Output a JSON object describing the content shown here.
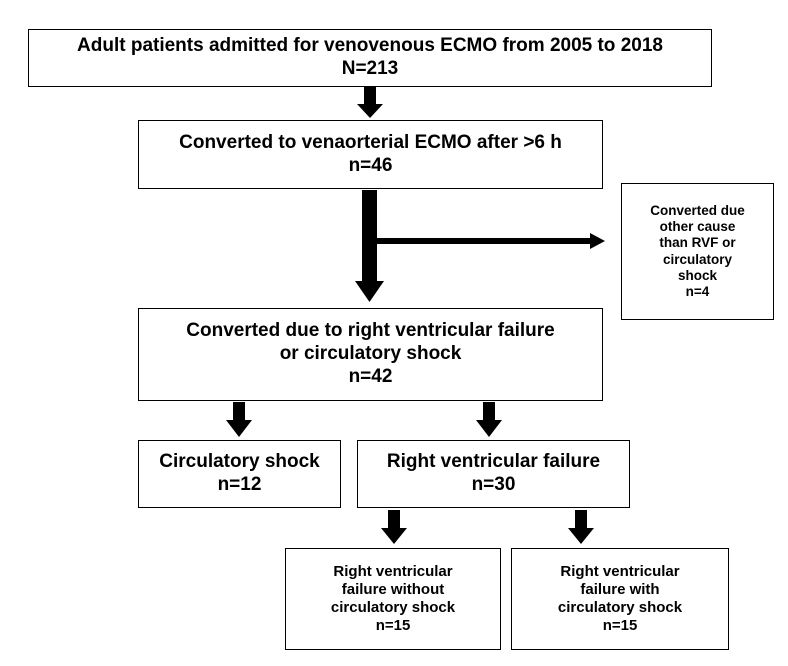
{
  "boxes": {
    "top": {
      "line1": "Adult patients admitted for venovenous ECMO from 2005 to 2018",
      "line2": "N=213"
    },
    "converted": {
      "line1": "Converted to venaorterial ECMO after >6 h",
      "line2": "n=46"
    },
    "other_cause": {
      "lines": [
        "Converted due",
        "other cause",
        "than RVF or",
        "circulatory",
        "shock",
        "n=4"
      ]
    },
    "rvf_or_shock": {
      "line1": "Converted due to right ventricular failure",
      "line2": "or circulatory shock",
      "line3": "n=42"
    },
    "circ_shock": {
      "line1": "Circulatory shock",
      "line2": "n=12"
    },
    "rvf": {
      "line1": "Right ventricular failure",
      "line2": "n=30"
    },
    "rvf_without": {
      "lines": [
        "Right ventricular",
        "failure without",
        "circulatory shock",
        "n=15"
      ]
    },
    "rvf_with": {
      "lines": [
        "Right ventricular",
        "failure with",
        "circulatory shock",
        "n=15"
      ]
    }
  }
}
